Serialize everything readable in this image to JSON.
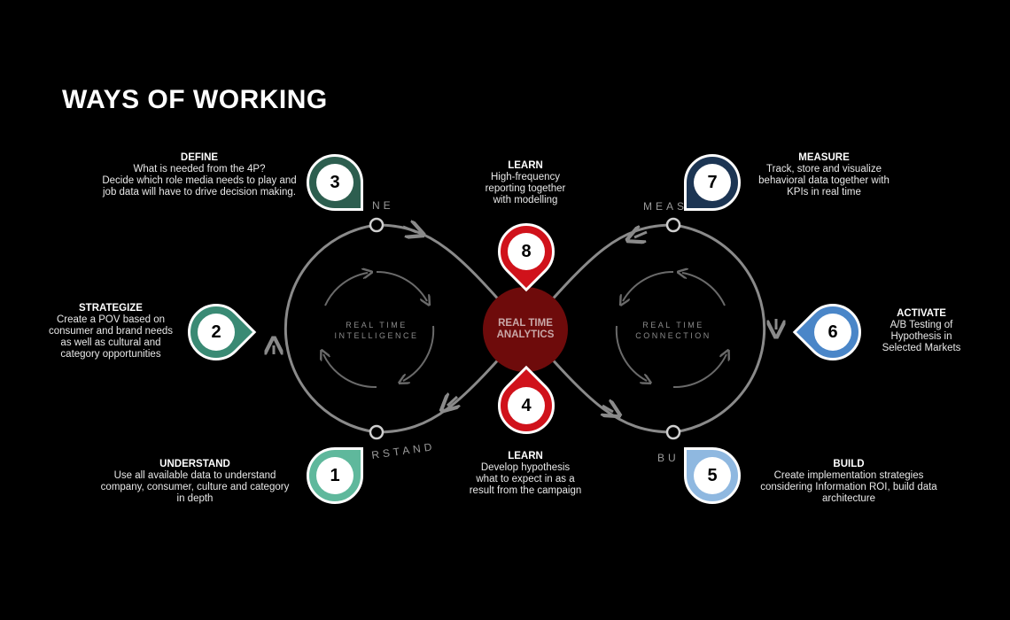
{
  "title": "WAYS OF WORKING",
  "center": {
    "line1": "REAL TIME",
    "line2": "ANALYTICS"
  },
  "inner_loops": {
    "left": {
      "line1": "REAL TIME",
      "line2": "INTELLIGENCE"
    },
    "right": {
      "line1": "REAL TIME",
      "line2": "CONNECTION"
    }
  },
  "ring_labels": {
    "define": "NE",
    "measure": "MEAS",
    "understand": "RSTAND",
    "build": "BU"
  },
  "steps": [
    {
      "number": "1",
      "heading": "UNDERSTAND",
      "text": [
        "Use all available data to understand",
        "company, consumer, culture and category",
        "in depth"
      ],
      "color": "#5fb89c"
    },
    {
      "number": "2",
      "heading": "STRATEGIZE",
      "text": [
        "Create a POV based on",
        "consumer and brand needs",
        "as well as cultural and",
        "category opportunities"
      ],
      "color": "#3a8a74"
    },
    {
      "number": "3",
      "heading": "DEFINE",
      "text": [
        "What is needed from the 4P?",
        "Decide which role media needs to play and",
        "job data will have to drive decision making."
      ],
      "color": "#2d5e4f"
    },
    {
      "number": "4",
      "heading": "LEARN",
      "text": [
        "Develop hypothesis",
        "what to expect in as a",
        "result from the campaign"
      ],
      "color": "#d0121b"
    },
    {
      "number": "5",
      "heading": "BUILD",
      "text": [
        "Create implementation strategies",
        "considering Information ROI, build data",
        "architecture"
      ],
      "color": "#8fb8e0"
    },
    {
      "number": "6",
      "heading": "ACTIVATE",
      "text": [
        "A/B Testing of",
        "Hypothesis in",
        "Selected Markets"
      ],
      "color": "#4a86c8"
    },
    {
      "number": "7",
      "heading": "MEASURE",
      "text": [
        "Track, store and visualize",
        "behavioral data together with",
        "KPIs in real time"
      ],
      "color": "#1c3553"
    },
    {
      "number": "8",
      "heading": "LEARN",
      "text": [
        "High-frequency",
        "reporting together",
        "with modelling"
      ],
      "color": "#d0121b"
    }
  ]
}
